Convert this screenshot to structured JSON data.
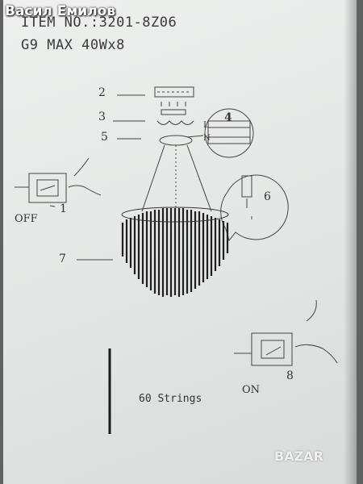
{
  "overlay": {
    "username": "Васил Емилов"
  },
  "sheet": {
    "item_no": "ITEM NO.:3201-8Z06",
    "spec": "G9 MAX 40Wx8",
    "callouts": [
      "2",
      "3",
      "5",
      "4",
      "6",
      "1",
      "7",
      "8"
    ],
    "states": {
      "off": "OFF",
      "on": "ON"
    },
    "strings_note": "60 Strings",
    "wiring_labels": [
      "L",
      "N"
    ]
  },
  "watermark": {
    "brand": "BAZAR"
  },
  "colors": {
    "paper": "#e8eae9",
    "ink": "#333333",
    "background": "#5f6261"
  }
}
